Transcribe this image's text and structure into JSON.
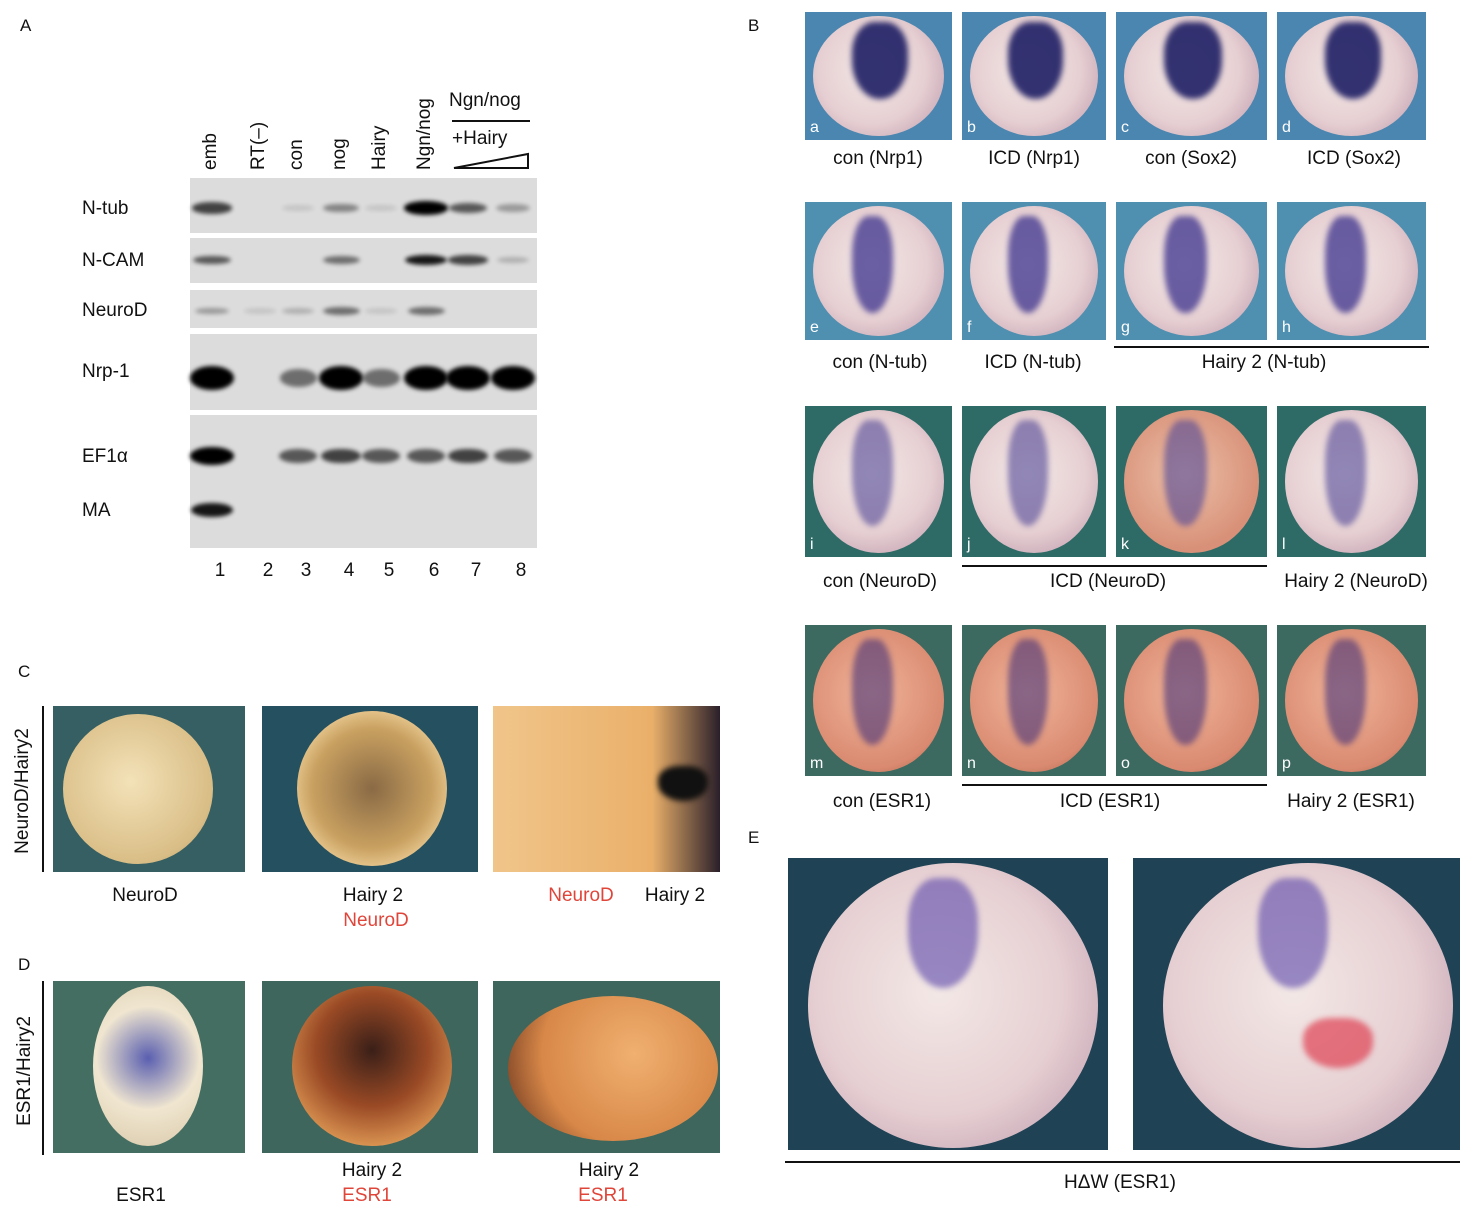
{
  "panels": {
    "A": "A",
    "B": "B",
    "C": "C",
    "D": "D",
    "E": "E"
  },
  "panelA": {
    "lanes": [
      "emb",
      "RT(–)",
      "con",
      "nog",
      "Hairy",
      "Ngn/nog"
    ],
    "group_top": "Ngn/nog",
    "group_bottom": "+Hairy",
    "lane_numbers": [
      "1",
      "2",
      "3",
      "4",
      "5",
      "6",
      "7",
      "8"
    ],
    "rows": [
      {
        "label": "N-tub",
        "bands": [
          0.7,
          0,
          0.1,
          0.4,
          0.1,
          1,
          0.6,
          0.3
        ]
      },
      {
        "label": "N-CAM",
        "bands": [
          0.6,
          0,
          0,
          0.5,
          0,
          0.9,
          0.7,
          0.2
        ]
      },
      {
        "label": "NeuroD",
        "bands": [
          0.3,
          0.1,
          0.2,
          0.5,
          0.1,
          0.5,
          0,
          0
        ]
      },
      {
        "label": "Nrp-1",
        "bands": [
          1,
          0,
          0.5,
          1,
          0.5,
          1,
          1,
          1
        ]
      },
      {
        "label": "EF1α",
        "bands": [
          1,
          0,
          0.6,
          0.7,
          0.6,
          0.6,
          0.7,
          0.6
        ]
      },
      {
        "label": "MA",
        "bands": [
          0.9,
          0,
          0,
          0,
          0,
          0,
          0,
          0
        ]
      }
    ]
  },
  "panelB": {
    "images": [
      "a",
      "b",
      "c",
      "d",
      "e",
      "f",
      "g",
      "h",
      "i",
      "j",
      "k",
      "l",
      "m",
      "n",
      "o",
      "p"
    ],
    "captions": [
      "con (Nrp1)",
      "ICD (Nrp1)",
      "con (Sox2)",
      "ICD (Sox2)",
      "con (N-tub)",
      "ICD (N-tub)",
      "Hairy 2 (N-tub)",
      "con (NeuroD)",
      "ICD (NeuroD)",
      "Hairy 2 (NeuroD)",
      "con (ESR1)",
      "ICD (ESR1)",
      "Hairy 2 (ESR1)"
    ]
  },
  "panelC": {
    "side": "NeuroD/Hairy2",
    "cap1": "NeuroD",
    "cap2a": "Hairy 2",
    "cap2b": "NeuroD",
    "cap3a": "NeuroD",
    "cap3b": "Hairy 2"
  },
  "panelD": {
    "side": "ESR1/Hairy2",
    "cap1": "ESR1",
    "cap2a": "Hairy 2",
    "cap2b": "ESR1",
    "cap3a": "Hairy 2",
    "cap3b": "ESR1"
  },
  "panelE": {
    "caption": "HΔW (ESR1)"
  }
}
